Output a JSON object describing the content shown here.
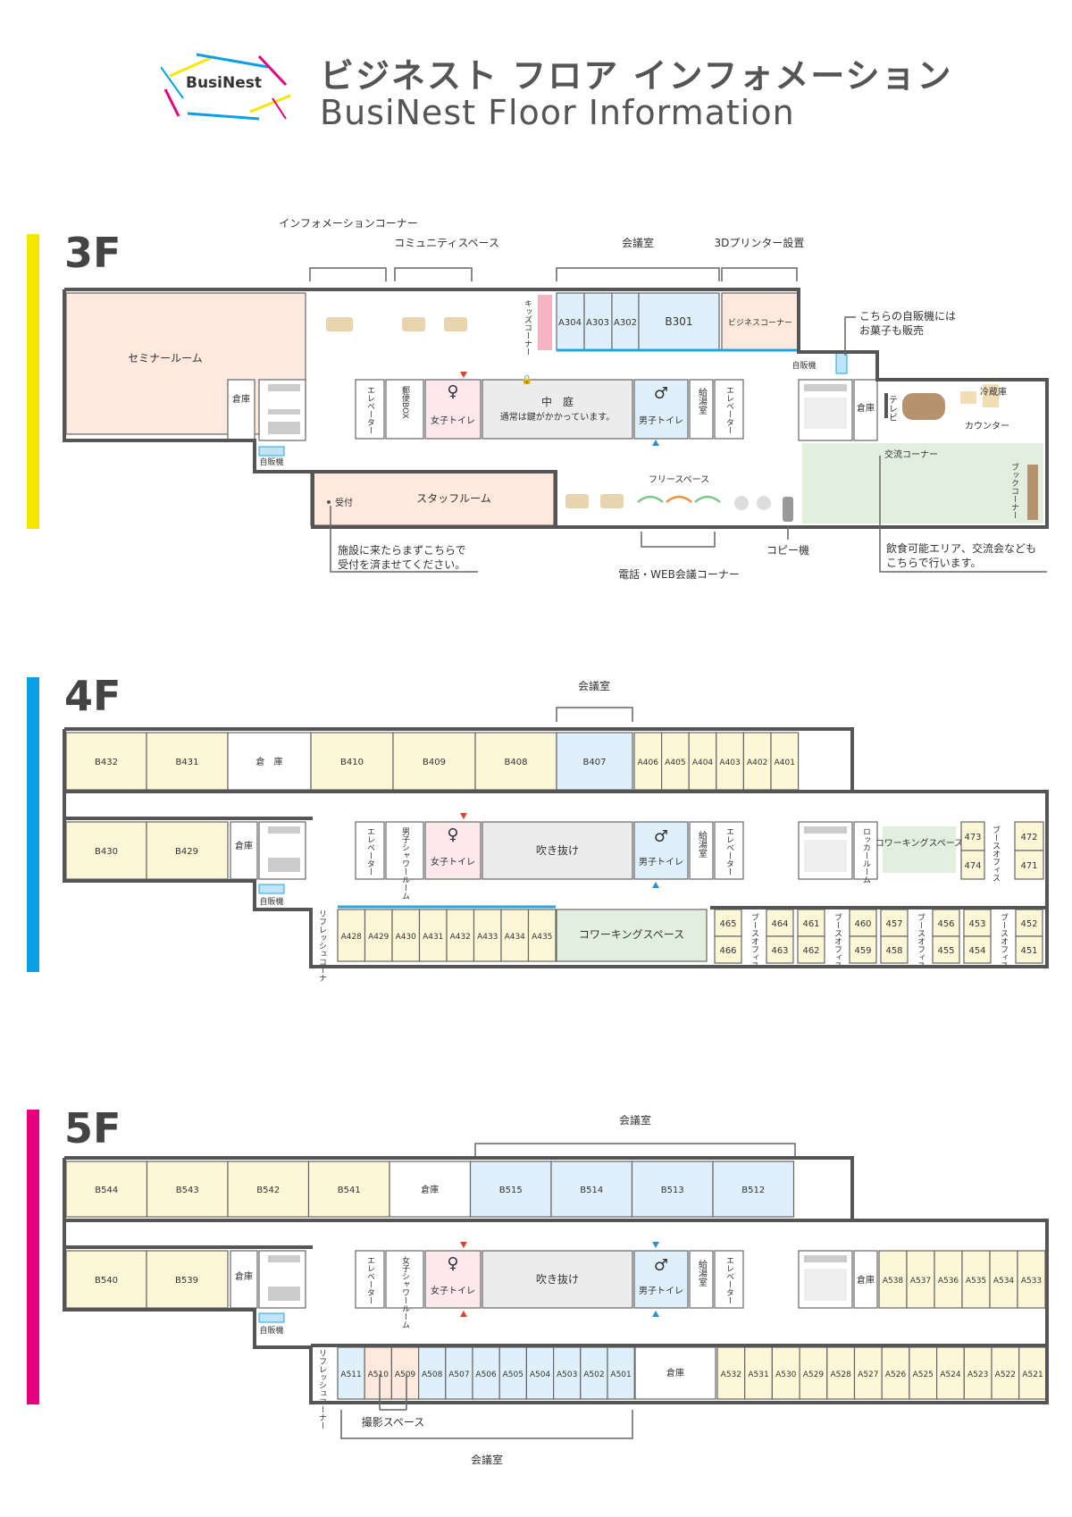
{
  "header": {
    "logo_text": "BusiNest",
    "title_jp": "ビジネスト フロア インフォメーション",
    "title_en": "BusiNest Floor Information"
  },
  "colors": {
    "f3": "#f7e600",
    "f4": "#0aa0e6",
    "f5": "#e4007f",
    "salmon": "#fde9de",
    "blue": "#dff0fb",
    "green": "#e2efdf",
    "yellow": "#fdf7d8",
    "gray": "#ececec",
    "pink": "#fde8ee",
    "accent_blue": "#1ea6e8",
    "wc_red": "#e0432c",
    "wc_blue": "#2b8fd6"
  },
  "f3": {
    "label": "3F",
    "info_corner": "インフォメーションコーナー",
    "community": "コミュニティスペース",
    "meeting": "会議室",
    "printer": "3Dプリンター設置",
    "seminar": "セミナールーム",
    "kids": "キッズコーナー",
    "a304": "A304",
    "a303": "A303",
    "a302": "A302",
    "b301": "B301",
    "business": "ビジネスコーナー",
    "vending_note1": "こちらの自販機には",
    "vending_note2": "お菓子も販売",
    "vending": "自販機",
    "storage": "倉庫",
    "elevator": "エレベーター",
    "mailbox": "郵便BOX",
    "wc_f": "女子トイレ",
    "courtyard": "中　庭",
    "courtyard_note": "通常は鍵がかかっています。",
    "wc_m": "男子トイレ",
    "kitchen": "給湯室",
    "tv": "テレビ",
    "fridge": "冷蔵庫",
    "counter": "カウンター",
    "exchange": "交流コーナー",
    "book": "ブックコーナー",
    "reception": "受付",
    "staff": "スタッフルーム",
    "free": "フリースペース",
    "copy": "コピー機",
    "reception_note1": "施設に来たらまずこちらで",
    "reception_note2": "受付を済ませてください。",
    "phone": "電話・WEB会議コーナー",
    "eat_note1": "飲食可能エリア、交流会なども",
    "eat_note2": "こちらで行います。"
  },
  "f4": {
    "label": "4F",
    "meeting": "会議室",
    "top_rooms": [
      "B432",
      "B431",
      "倉　庫",
      "B410",
      "B409",
      "B408",
      "B407"
    ],
    "small_top": [
      "A406",
      "A405",
      "A404",
      "A403",
      "A402",
      "A401"
    ],
    "b430": "B430",
    "b429": "B429",
    "storage": "倉庫",
    "elevator": "エレベーター",
    "shower_m": "男子シャワールーム",
    "wc_f": "女子トイレ",
    "atrium": "吹き抜け",
    "wc_m": "男子トイレ",
    "kitchen": "給湯室",
    "locker": "ロッカールーム",
    "cowork1": "コワーキングスペース",
    "booth_office": "ブースオフィス",
    "r473": "473",
    "r474": "474",
    "r472": "472",
    "r471": "471",
    "vending": "自販機",
    "refresh": "リフレッシュコーナー",
    "a_rooms": [
      "A428",
      "A429",
      "A430",
      "A431",
      "A432",
      "A433",
      "A434",
      "A435"
    ],
    "cowork2": "コワーキングスペース",
    "booths": [
      [
        "465",
        "466",
        "464",
        "463"
      ],
      [
        "461",
        "462",
        "460",
        "459"
      ],
      [
        "457",
        "458",
        "456",
        "455"
      ],
      [
        "453",
        "454",
        "452",
        "451"
      ]
    ]
  },
  "f5": {
    "label": "5F",
    "meeting_top": "会議室",
    "top_rooms": [
      "B544",
      "B543",
      "B542",
      "B541",
      "倉庫",
      "B515",
      "B514",
      "B513",
      "B512"
    ],
    "b540": "B540",
    "b539": "B539",
    "storage": "倉庫",
    "elevator": "エレベーター",
    "shower_f": "女子シャワールーム",
    "wc_f": "女子トイレ",
    "atrium": "吹き抜け",
    "wc_m": "男子トイレ",
    "kitchen": "給湯室",
    "right_rooms": [
      "A538",
      "A537",
      "A536",
      "A535",
      "A534",
      "A533"
    ],
    "vending": "自販機",
    "refresh": "リフレッシュコーナー",
    "bottom_rooms": [
      "A511",
      "A510",
      "A509",
      "A508",
      "A507",
      "A506",
      "A505",
      "A504",
      "A503",
      "A502",
      "A501"
    ],
    "bottom_storage": "倉庫",
    "bottom_right": [
      "A532",
      "A531",
      "A530",
      "A529",
      "A528",
      "A527",
      "A526",
      "A525",
      "A524",
      "A523",
      "A522",
      "A521"
    ],
    "photo": "撮影スペース",
    "meeting_bottom": "会議室"
  }
}
